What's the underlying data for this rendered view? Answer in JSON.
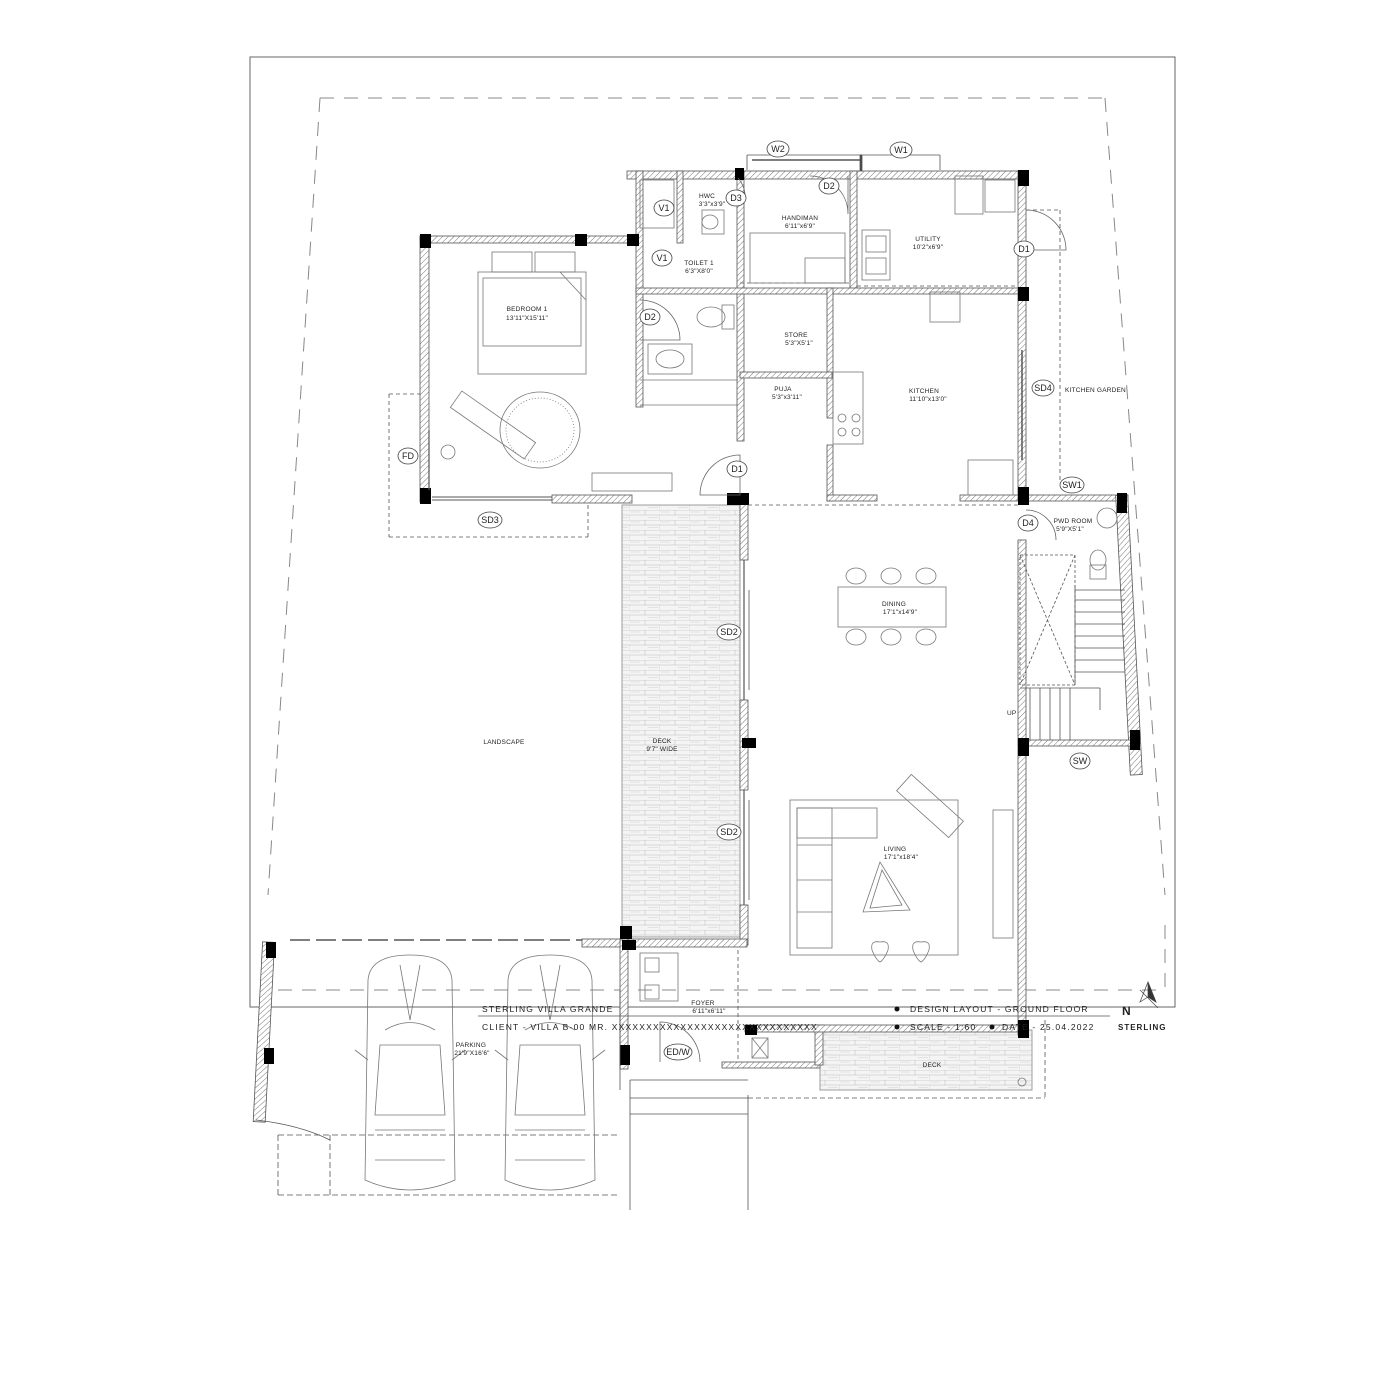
{
  "rooms": [
    {
      "id": "bedroom1",
      "name": "BEDROOM 1",
      "dim": "13'11\"X15'11\""
    },
    {
      "id": "toilet1",
      "name": "TOILET 1",
      "dim": "6'3\"X8'0\""
    },
    {
      "id": "hwc",
      "name": "HWC",
      "dim": "3'3\"x3'9\""
    },
    {
      "id": "handiman",
      "name": "HANDIMAN",
      "dim": "6'11\"x6'9\""
    },
    {
      "id": "utility",
      "name": "UTILITY",
      "dim": "10'2\"x6'9\""
    },
    {
      "id": "store",
      "name": "STORE",
      "dim": "5'3\"X5'1\""
    },
    {
      "id": "puja",
      "name": "PUJA",
      "dim": "5'3\"x3'11\""
    },
    {
      "id": "kitchen",
      "name": "KITCHEN",
      "dim": "11'10\"x13'0\""
    },
    {
      "id": "pwd",
      "name": "PWD ROOM",
      "dim": "5'9\"X5'1\""
    },
    {
      "id": "dining",
      "name": "DINING",
      "dim": "17'1\"x14'9\""
    },
    {
      "id": "deck_side",
      "name": "DECK",
      "dim": "9'7\" WIDE"
    },
    {
      "id": "living",
      "name": "LIVING",
      "dim": "17'1\"x18'4\""
    },
    {
      "id": "foyer",
      "name": "FOYER",
      "dim": "6'11\"x6'11\""
    },
    {
      "id": "parking",
      "name": "PARKING",
      "dim": "21'9\"X16'6\""
    },
    {
      "id": "deck_front",
      "name": "DECK",
      "dim": ""
    }
  ],
  "areas": {
    "landscape": "LANDSCAPE",
    "kitchen_garden": "KITCHEN GARDEN",
    "up": "UP"
  },
  "tags": {
    "w2": "W2",
    "w1": "W1",
    "d2a": "D2",
    "d3": "D3",
    "v1a": "V1",
    "v1b": "V1",
    "d1a": "D1",
    "d2b": "D2",
    "sd4": "SD4",
    "fd": "FD",
    "d1b": "D1",
    "sd3": "SD3",
    "sw1": "SW1",
    "d4": "D4",
    "sd2a": "SD2",
    "sd2b": "SD2",
    "sw": "SW",
    "edw": "ED/W"
  },
  "titleblock": {
    "project": "STERLING VILLA GRANDE",
    "client": "CLIENT - VILLA B-00 MR. XXXXXXXXXXXXXXXXXXXXXXXXXXXXXX",
    "sheet": "DESIGN LAYOUT - GROUND FLOOR",
    "scale": "SCALE - 1:60",
    "date": "DATE - 25.04.2022",
    "north": "N",
    "brand": "STERLING"
  },
  "colors": {
    "line": "#555555",
    "wall": "#6b6b6b",
    "column": "#000000",
    "hatch": "#9a9a9a"
  }
}
